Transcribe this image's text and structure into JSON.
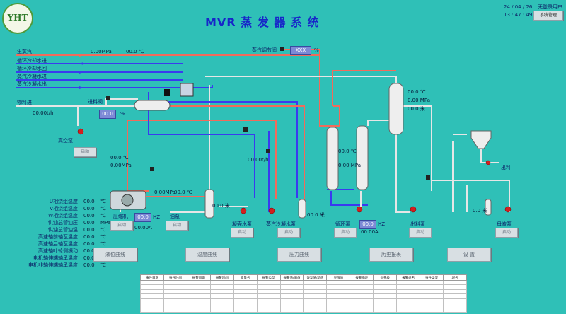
{
  "title": "MVR 蒸 发 器 系 统",
  "logo_text": "YHT",
  "header": {
    "date": "24 / 04 / 26",
    "time": "13 : 47 : 49",
    "user": "无登录用户",
    "admin_button": "系统管理"
  },
  "lines": {
    "steam": "生蒸汽",
    "cooling_in": "循环冷却水进",
    "cooling_return": "循环冷却水回",
    "condensate_in": "蒸汽冷凝水进",
    "condensate_out": "蒸汽冷凝水出",
    "feed": "物料进"
  },
  "readings": {
    "steam_pressure": "0.00MPa",
    "steam_temp": "00.0 ℃",
    "steam_valve_label": "蒸汽调节阀",
    "steam_valve_value": "XXX",
    "percent": "%",
    "feed_flow": "00.00t/h",
    "feed_valve_label": "进料阀",
    "feed_valve_value": "00.0",
    "left_temp": "00.0 ℃",
    "left_pressure": "0.00MPa",
    "left_flow": "00.00t/h",
    "comp_pressure": "0.00MPa",
    "comp_temp": "00.0 ℃",
    "tank_level": "00.0 米",
    "mid_temp": "00.0 ℃",
    "mid_pressure": "0.00 MPa",
    "sep_temp": "00.0 ℃",
    "sep_pressure": "0.00 MPa",
    "sep_level": "00.0 米",
    "cond_level": "00.0 米",
    "right_level": "0.0 米",
    "outlet": "出料",
    "comp_hz_value": "00.0",
    "comp_current": "00.00A",
    "circ_hz_value": "00.0",
    "circ_current": "00.00A",
    "hz": "HZ"
  },
  "equipment": {
    "vacuum_pump": "真空泵",
    "compressor": "压缩机",
    "oil_pump": "油泵",
    "condensate_pump": "凝壳水泵",
    "steam_cond_pump": "蒸汽冷凝水泵",
    "circ_pump": "循环泵",
    "discharge_pump": "出料泵",
    "mother_pump": "母液泵",
    "start": "启动"
  },
  "params": [
    {
      "label": "U相绕组温度",
      "value": "00.0",
      "unit": "℃"
    },
    {
      "label": "V相绕组温度",
      "value": "00.0",
      "unit": "℃"
    },
    {
      "label": "W相绕组温度",
      "value": "00.0",
      "unit": "℃"
    },
    {
      "label": "供油总管油压",
      "value": "00.0",
      "unit": "MPa"
    },
    {
      "label": "供油总管油温",
      "value": "00.0",
      "unit": "℃"
    },
    {
      "label": "高速轴前轴瓦温度",
      "value": "00.0",
      "unit": "℃"
    },
    {
      "label": "高速轴后轴瓦温度",
      "value": "00.0",
      "unit": "℃"
    },
    {
      "label": "高速轴叶轮侧振动",
      "value": "00.0",
      "unit": "℃"
    },
    {
      "label": "电机轴伸端轴承温度",
      "value": "00.0",
      "unit": "℃"
    },
    {
      "label": "电机非轴伸端轴承温度",
      "value": "00.0",
      "unit": "℃"
    }
  ],
  "nav": [
    "液位曲线",
    "温度曲线",
    "压力曲线",
    "历史报表",
    "设 置"
  ],
  "table": {
    "headers": [
      "事件日期",
      "事件时间",
      "报警日期",
      "报警时间",
      "变量名",
      "报警类型",
      "报警值/旧值",
      "恢复值/新值",
      "界限值",
      "报警描述",
      "优先级",
      "报警组名",
      "事件类型",
      "域名"
    ]
  },
  "colors": {
    "background": "#2fc0b7",
    "steam_line": "#f26b5b",
    "water_line": "#3a3af0",
    "gray_line": "#e6e6e6",
    "value_box": "#7d8ad6"
  }
}
